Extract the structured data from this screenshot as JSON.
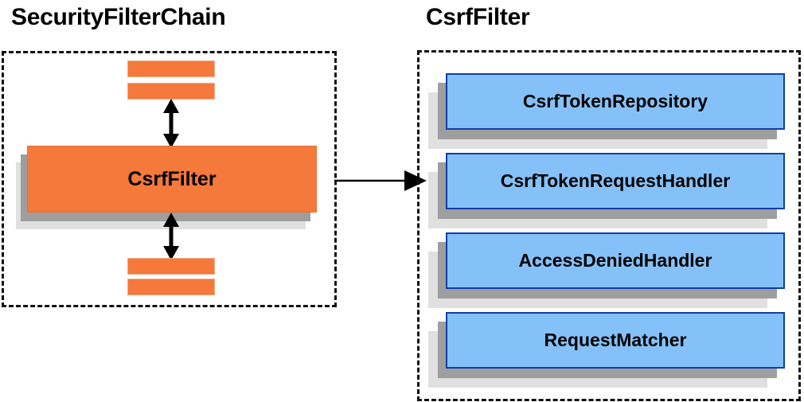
{
  "diagram": {
    "type": "component-relationship-diagram",
    "background_color": "#ffffff",
    "panels": [
      {
        "id": "security-filter-chain",
        "title": "SecurityFilterChain",
        "border_style": "dashed",
        "border_color": "#111111"
      },
      {
        "id": "csrf-filter",
        "title": "CsrfFilter",
        "border_style": "dashed",
        "border_color": "#111111"
      }
    ]
  },
  "left_panel": {
    "title": "SecurityFilterChain",
    "accent_color": "#f4793b",
    "top_bars": [
      {
        "name": "filter-bar-top-1",
        "label": ""
      },
      {
        "name": "filter-bar-top-2",
        "label": ""
      }
    ],
    "main_node": {
      "label": "CsrfFilter",
      "fill_color": "#f4793b",
      "shadow_dark": "#9e9e9e",
      "shadow_light": "#e0e0e0"
    },
    "bottom_bars": [
      {
        "name": "filter-bar-bottom-1",
        "label": ""
      },
      {
        "name": "filter-bar-bottom-2",
        "label": ""
      }
    ],
    "connectors": [
      {
        "name": "arrow-up-down-top",
        "direction": "double",
        "orientation": "vertical"
      },
      {
        "name": "arrow-up-down-bottom",
        "direction": "double",
        "orientation": "vertical"
      }
    ]
  },
  "cross_connector": {
    "name": "arrow-chain-to-csrf",
    "direction": "single",
    "orientation": "horizontal",
    "color": "#000000"
  },
  "right_panel": {
    "title": "CsrfFilter",
    "accent_color": "#84c1f8",
    "border_color": "#123da8",
    "shadow_dark": "#9e9e9e",
    "shadow_light": "#e0e0e0",
    "nodes": [
      {
        "label": "CsrfTokenRepository"
      },
      {
        "label": "CsrfTokenRequestHandler"
      },
      {
        "label": "AccessDeniedHandler"
      },
      {
        "label": "RequestMatcher"
      }
    ]
  }
}
